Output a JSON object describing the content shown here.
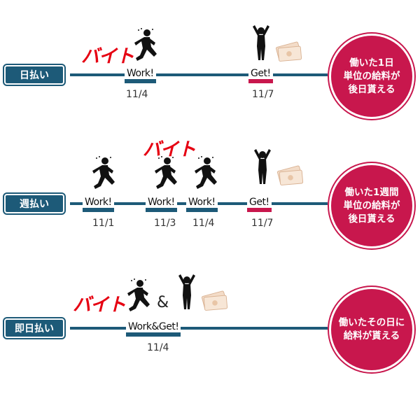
{
  "brand": {
    "baito": "バイト"
  },
  "colors": {
    "navy": "#1d5a78",
    "crimson": "#c8174d",
    "baito_red": "#e60012"
  },
  "rows": [
    {
      "label": "日払い",
      "events": [
        {
          "stamp": "Work!",
          "date": "11/4"
        },
        {
          "stamp": "Get!",
          "date": "11/7"
        }
      ],
      "note_lines": [
        "働いた1日",
        "単位の給料が",
        "後日貰える"
      ]
    },
    {
      "label": "週払い",
      "events": [
        {
          "stamp": "Work!",
          "date": "11/1"
        },
        {
          "stamp": "Work!",
          "date": "11/3"
        },
        {
          "stamp": "Work!",
          "date": "11/4"
        },
        {
          "stamp": "Get!",
          "date": "11/7"
        }
      ],
      "note_lines": [
        "働いた1週間",
        "単位の給料が",
        "後日貰える"
      ]
    },
    {
      "label": "即日払い",
      "amp": "&",
      "events": [
        {
          "stamp": "Work&Get!",
          "date": "11/4"
        }
      ],
      "note_lines": [
        "働いたその日に",
        "給料が貰える"
      ]
    }
  ],
  "icons": [
    "runner-icon",
    "celebrating-person-icon",
    "money-envelope-icon"
  ]
}
